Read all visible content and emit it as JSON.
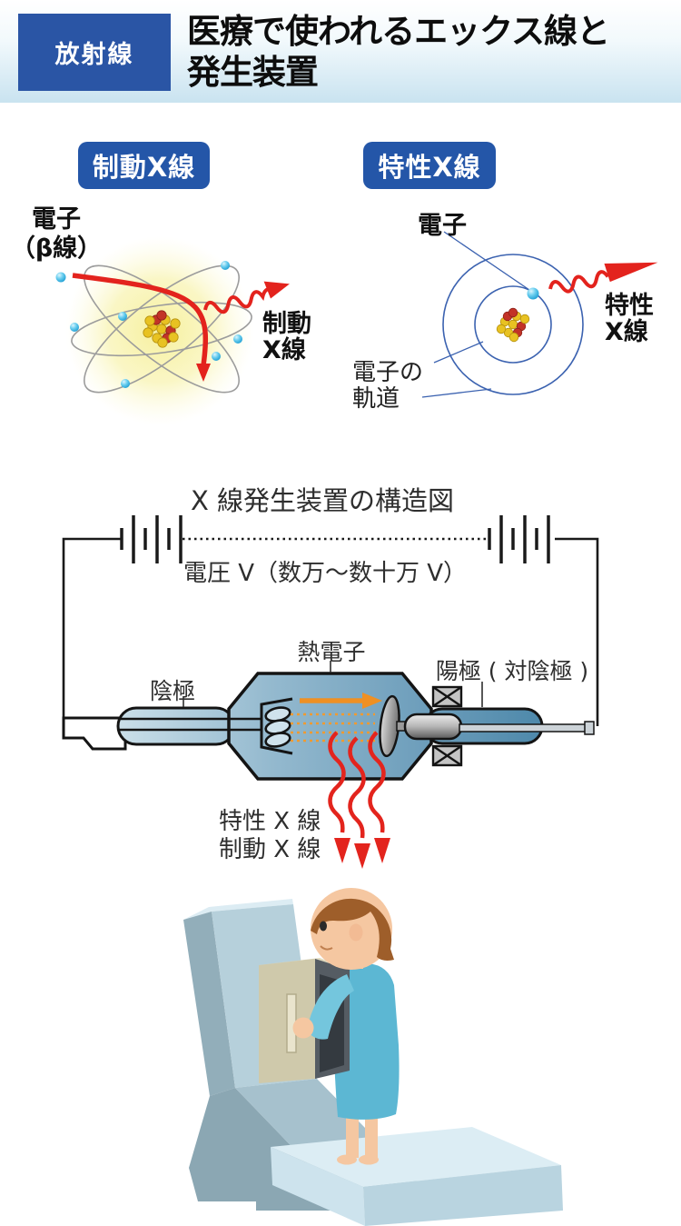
{
  "header": {
    "badge": "放射線",
    "title_line1": "医療で使われるエックス線と",
    "title_line2": "発生装置"
  },
  "sections": {
    "bremsstrahlung": {
      "pill": "制動X線",
      "incident_electron_line1": "電子",
      "incident_electron_line2": "（β線）",
      "xray_label_line1": "制動",
      "xray_label_line2": "X線"
    },
    "characteristic": {
      "pill": "特性X線",
      "electron_label": "電子",
      "xray_label_line1": "特性",
      "xray_label_line2": "X線",
      "orbit_label_line1": "電子の",
      "orbit_label_line2": "軌道"
    }
  },
  "generator": {
    "title": "X 線発生装置の構造図",
    "voltage_label": "電圧 V（数万～数十万 V）",
    "cathode_label": "陰極",
    "thermal_electron_label": "熱電子",
    "anode_label": "陽極 ( 対陰極 )",
    "output_label_line1": "特性 X 線",
    "output_label_line2": "制動 X 線"
  },
  "colors": {
    "accent_blue": "#2a55a5",
    "pill_blue": "#2456a8",
    "xray_red": "#e3231d",
    "beam_orange": "#f0922b",
    "tube_blue": "#8fb6cb",
    "header_band": "#c9e3f0",
    "nucleus_yellow": "#e8c222",
    "nucleus_red": "#c23327",
    "electron_blue": "#4fc0e8",
    "gown_teal": "#5cb7d3"
  }
}
